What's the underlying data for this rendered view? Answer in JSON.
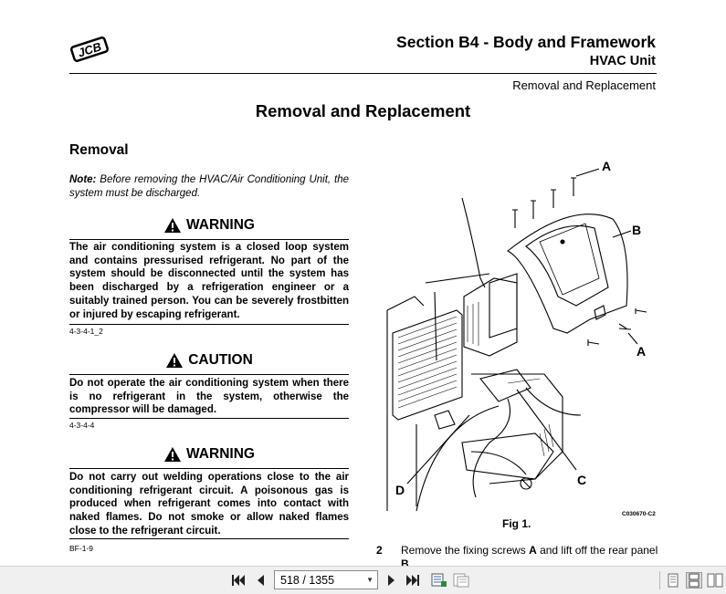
{
  "header": {
    "section_title": "Section B4 - Body and Framework",
    "section_subtitle": "HVAC Unit",
    "subsection": "Removal and Replacement",
    "logo_text": "JCB"
  },
  "main_title": "Removal and Replacement",
  "removal": {
    "heading": "Removal",
    "note_label": "Note:",
    "note_text": " Before removing the HVAC/Air Conditioning Unit, the system must be discharged."
  },
  "alerts": [
    {
      "heading": "WARNING",
      "body": "The air conditioning system is a closed loop system and contains pressurised refrigerant. No part of the system should be disconnected until the system has been discharged by a refrigeration engineer or a suitably trained person. You can be severely frostbitten or injured by escaping refrigerant.",
      "code": "4-3-4-1_2"
    },
    {
      "heading": "CAUTION",
      "body": "Do not operate the air conditioning system when there is no refrigerant in the system, otherwise the compressor will be damaged.",
      "code": "4-3-4-4"
    },
    {
      "heading": "WARNING",
      "body": "Do not carry out welding operations close to the air conditioning refrigerant circuit. A poisonous gas is produced when refrigerant comes into contact with naked flames. Do not smoke or allow naked flames close to the refrigerant circuit.",
      "code": "BF-1-9"
    }
  ],
  "figure": {
    "labels": {
      "a_top": "A",
      "b": "B",
      "a_bottom": "A",
      "c": "C",
      "d": "D"
    },
    "id": "C030670-C2",
    "caption": "Fig 1."
  },
  "step": {
    "number": "2",
    "text_before": "Remove the fixing screws ",
    "text_bold": "A",
    "text_after": " and lift off the rear panel",
    "text_cont": "B."
  },
  "toolbar": {
    "page_indicator": "518 / 1355",
    "icons": [
      "first-page-icon",
      "prev-page-icon",
      "next-page-icon",
      "last-page-icon",
      "fit-page-icon",
      "fit-width-icon",
      "single-page-view-icon",
      "continuous-view-icon",
      "facing-view-icon"
    ]
  }
}
